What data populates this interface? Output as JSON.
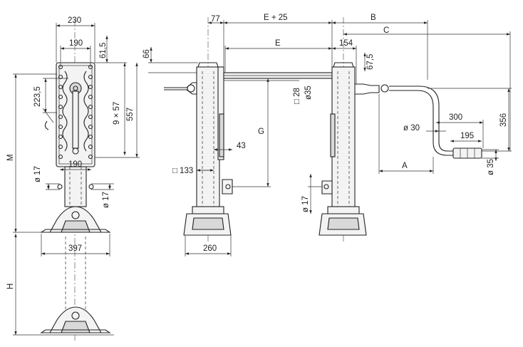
{
  "dimensions": {
    "d230": "230",
    "d190_top": "190",
    "d61_5": "61,5",
    "d66": "66",
    "d223_5": "223,5",
    "d9x57": "9 × 57",
    "d557": "557",
    "dM": "M",
    "d17_left": "ø 17",
    "d190_mid": "190",
    "d17_right": "ø 17",
    "d397": "397",
    "dH": "H",
    "d77": "77",
    "dE25": "E + 25",
    "dB": "B",
    "dC": "C",
    "dE": "E",
    "d154": "154",
    "d67_5": "67,5",
    "d28": "□ 28",
    "d35e": "ø35",
    "dG": "G",
    "d43": "43",
    "d133": "□ 133",
    "d260": "260",
    "d17_mid": "ø 17",
    "d300": "300",
    "d356": "356",
    "d30": "ø 30",
    "d195": "195",
    "dA": "A",
    "d35": "ø 35"
  }
}
